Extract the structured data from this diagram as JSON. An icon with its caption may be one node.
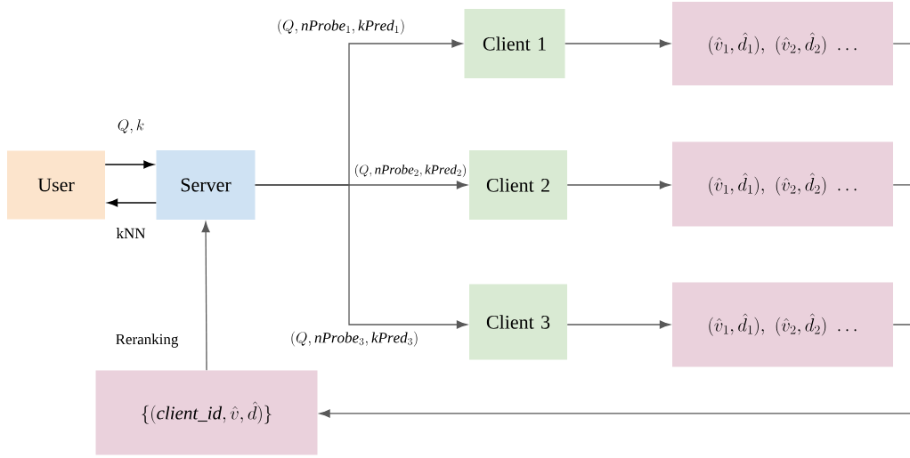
{
  "diagram": {
    "nodes": [
      {
        "text": [
          "User"
        ]
      },
      {
        "text": [
          "Server"
        ]
      },
      {
        "text": [
          "Client 1"
        ]
      },
      {
        "text": [
          "Client 2"
        ]
      },
      {
        "text": [
          "Client 3"
        ]
      },
      {
        "text": [
          "(\\hat{v}_1, \\hat{d}_1),\\ (\\hat{v}_2, \\hat{d}_2)\\ \\ldots"
        ]
      },
      {
        "text": [
          "(\\hat{v}_1, \\hat{d}_1),\\ (\\hat{v}_2, \\hat{d}_2)\\ \\ldots"
        ]
      },
      {
        "text": [
          "(\\hat{v}_1, \\hat{d}_1),\\ (\\hat{v}_2, \\hat{d}_2)\\ \\ldots"
        ]
      },
      {
        "text": [
          "\\{(\\mathit{client\\_id}, \\hat{v}, \\hat{d})\\}"
        ]
      }
    ],
    "edges": [
      {
        "from": 0,
        "to": 1,
        "arrow": "to",
        "label": "Q, k",
        "color": "#000000"
      },
      {
        "from": 1,
        "to": 0,
        "arrow": "to",
        "label": "kNN",
        "color": "#000000"
      },
      {
        "from": 1,
        "to": 2,
        "arrow": "to",
        "label": "(Q, \\mathit{nProbe}_1, \\mathit{kPred}_1)"
      },
      {
        "from": 1,
        "to": 3,
        "arrow": "to",
        "label": "(Q, \\mathit{nProbe}_2, \\mathit{kPred}_2)"
      },
      {
        "from": 1,
        "to": 4,
        "arrow": "to",
        "label": "(Q, \\mathit{nProbe}_3, \\mathit{kPred}_3)"
      },
      {
        "from": 2,
        "to": 5,
        "arrow": "to"
      },
      {
        "from": 3,
        "to": 6,
        "arrow": "to"
      },
      {
        "from": 4,
        "to": 7,
        "arrow": "to"
      },
      {
        "from": 5,
        "to": null,
        "arrow": "none"
      },
      {
        "from": 6,
        "to": null,
        "arrow": "none"
      },
      {
        "from": 7,
        "to": null,
        "arrow": "none"
      },
      {
        "from": null,
        "to": 8,
        "arrow": "to"
      },
      {
        "from": 8,
        "to": 1,
        "arrow": "to",
        "label": "Reranking"
      }
    ]
  }
}
